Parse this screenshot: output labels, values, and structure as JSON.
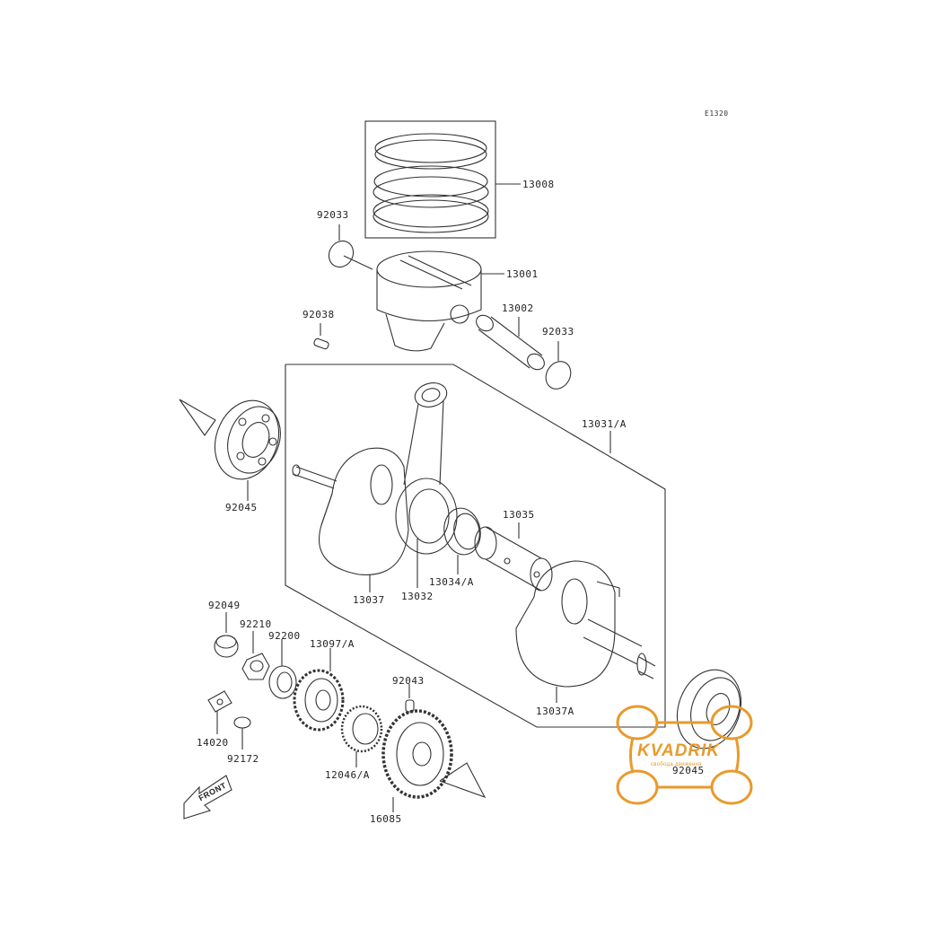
{
  "diagram_code": "E1320",
  "front_label": "FRONT",
  "watermark": {
    "brand": "KVADRIK",
    "tagline": "свобода движения",
    "color": "#e89a2c"
  },
  "line_color": "#333333",
  "parts": [
    {
      "id": "p13008",
      "number": "13008"
    },
    {
      "id": "p92033a",
      "number": "92033"
    },
    {
      "id": "p13001",
      "number": "13001"
    },
    {
      "id": "p92038",
      "number": "92038"
    },
    {
      "id": "p13002",
      "number": "13002"
    },
    {
      "id": "p92033b",
      "number": "92033"
    },
    {
      "id": "p13031",
      "number": "13031/A"
    },
    {
      "id": "p92045a",
      "number": "92045"
    },
    {
      "id": "p13035",
      "number": "13035"
    },
    {
      "id": "p13034",
      "number": "13034/A"
    },
    {
      "id": "p13032",
      "number": "13032"
    },
    {
      "id": "p13037",
      "number": "13037"
    },
    {
      "id": "p92049",
      "number": "92049"
    },
    {
      "id": "p92210",
      "number": "92210"
    },
    {
      "id": "p92200",
      "number": "92200"
    },
    {
      "id": "p13097",
      "number": "13097/A"
    },
    {
      "id": "p92043",
      "number": "92043"
    },
    {
      "id": "p13037a",
      "number": "13037A"
    },
    {
      "id": "p14020",
      "number": "14020"
    },
    {
      "id": "p92172",
      "number": "92172"
    },
    {
      "id": "p12046",
      "number": "12046/A"
    },
    {
      "id": "p92045b",
      "number": "92045"
    },
    {
      "id": "p16085",
      "number": "16085"
    }
  ]
}
